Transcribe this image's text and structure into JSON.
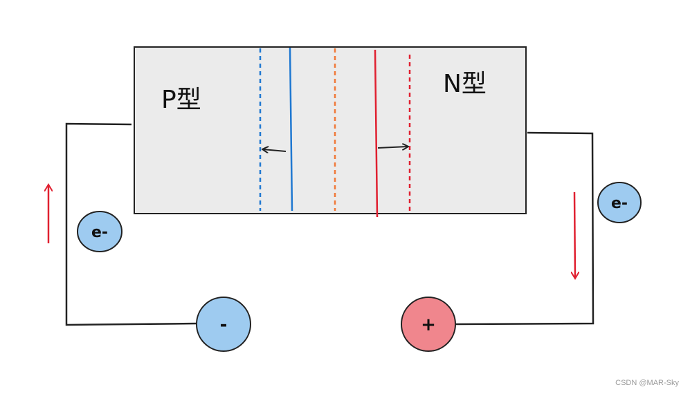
{
  "regions": {
    "p_label": "P型",
    "n_label": "N型"
  },
  "carriers": {
    "left_label": "e-",
    "right_label": "e-"
  },
  "battery": {
    "negative_label": "-",
    "positive_label": "+"
  },
  "watermark": "CSDN @MAR-Sky",
  "colors": {
    "block_fill": "#ebebeb",
    "outline": "#222222",
    "electron_fill": "#9ecbf0",
    "positive_fill": "#f0868d",
    "blue_boundary": "#1f78d1",
    "orange_center": "#f07a3a",
    "red_boundary": "#e02030",
    "arrow_red": "#e02030"
  }
}
